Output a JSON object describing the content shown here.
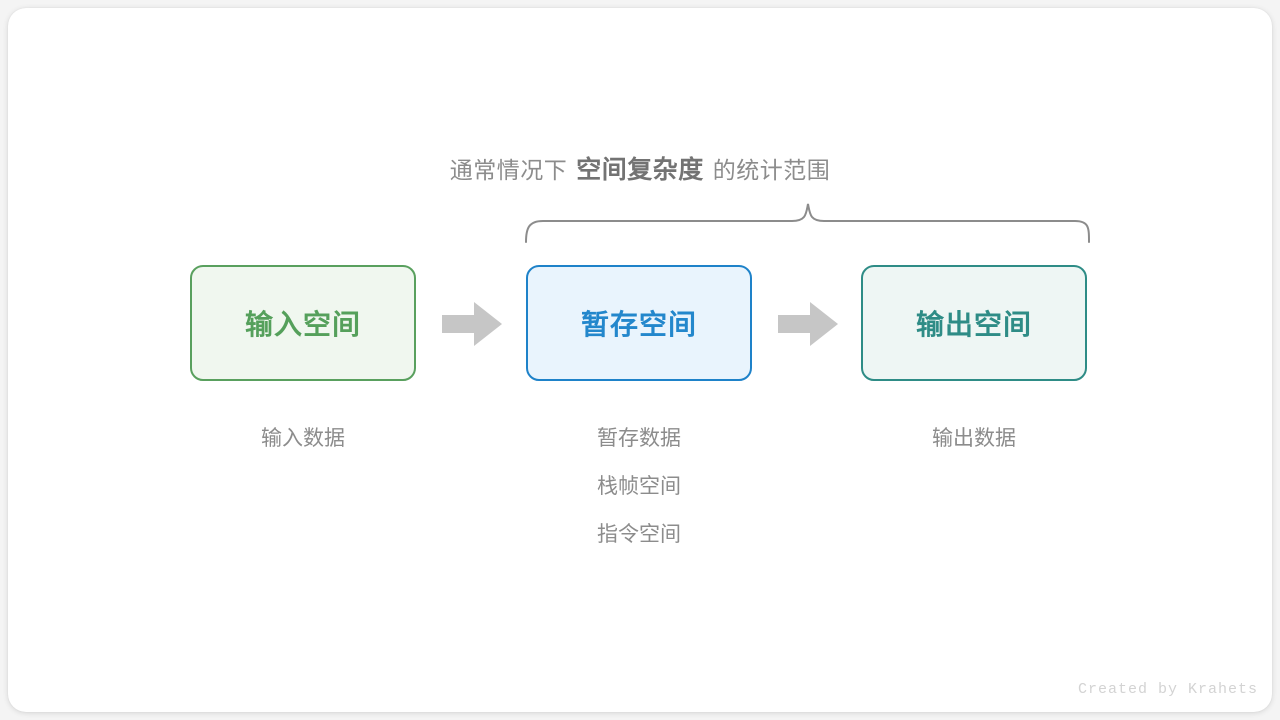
{
  "caption": {
    "prefix": "通常情况下",
    "emphasis": "空间复杂度",
    "suffix": "的统计范围"
  },
  "boxes": [
    {
      "id": "input",
      "label": "输入空间",
      "border_color": "#59a05e",
      "fill_color": "#f0f7ef",
      "text_color": "#55a05b"
    },
    {
      "id": "temp",
      "label": "暂存空间",
      "border_color": "#1e82c9",
      "fill_color": "#e9f4fd",
      "text_color": "#2387cc"
    },
    {
      "id": "output",
      "label": "输出空间",
      "border_color": "#2e8c86",
      "fill_color": "#eef6f4",
      "text_color": "#2e8c86"
    }
  ],
  "sublabels": {
    "input": [
      "输入数据"
    ],
    "temp": [
      "暂存数据",
      "栈帧空间",
      "指令空间"
    ],
    "output": [
      "输出数据"
    ]
  },
  "arrows": [
    {
      "id": "arrow-1",
      "name": "input-to-temp-arrow",
      "color": "#c6c6c6"
    },
    {
      "id": "arrow-2",
      "name": "temp-to-output-arrow",
      "color": "#c6c6c6"
    }
  ],
  "brace": {
    "color": "#8c8c8c",
    "spans_boxes": [
      "temp",
      "output"
    ]
  },
  "credit": "Created by Krahets",
  "colors": {
    "background": "#f4f4f4",
    "card": "#ffffff",
    "muted_text": "#8c8c8c"
  }
}
